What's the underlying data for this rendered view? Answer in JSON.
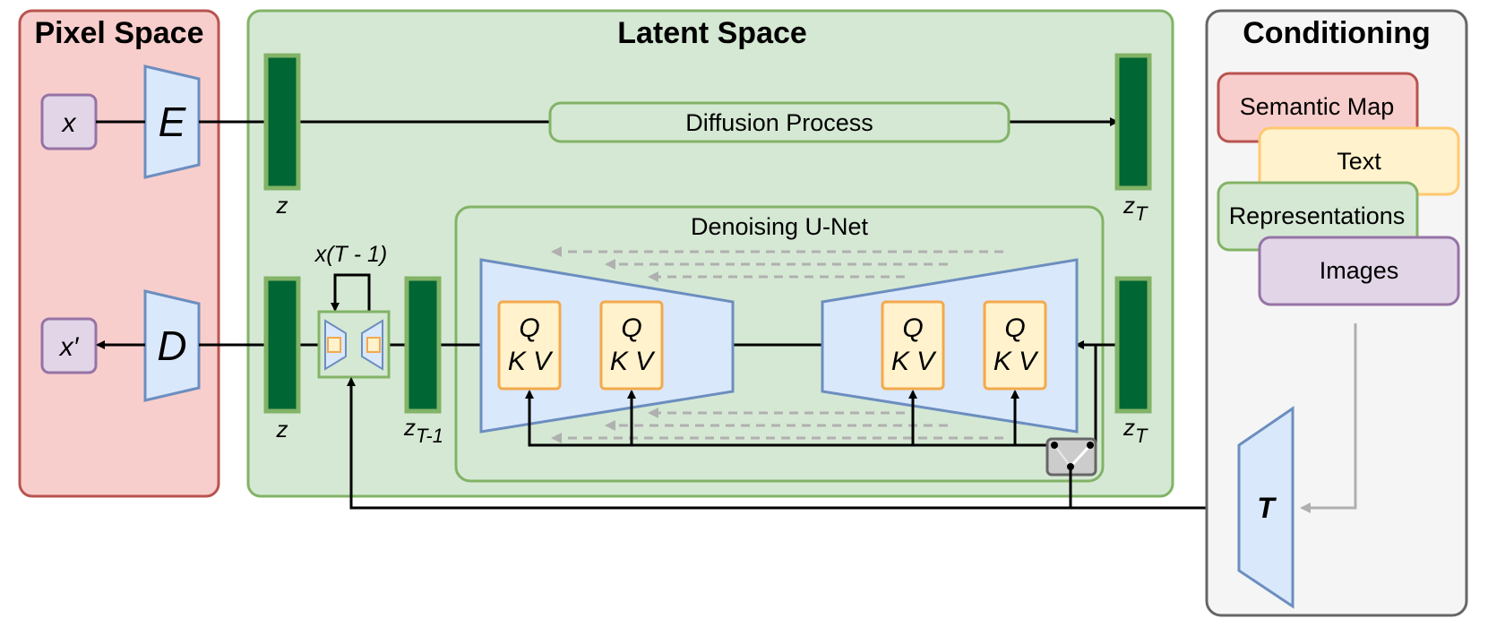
{
  "panels": {
    "pixel_space": "Pixel Space",
    "latent_space": "Latent Space",
    "conditioning": "Conditioning"
  },
  "pixel": {
    "x": "x",
    "x_prime": "x′",
    "encoder": "E",
    "decoder": "D"
  },
  "latent": {
    "z_top": "z",
    "z_bottom": "z",
    "zT_top_base": "z",
    "zT_top_sub": "T",
    "zT_bottom_base": "z",
    "zT_bottom_sub": "T",
    "zT1_base": "z",
    "zT1_sub": "T-1",
    "diffusion_process": "Diffusion Process",
    "loop_label": "x(T - 1)",
    "unet_title": "Denoising U-Net",
    "qkv_top": "Q",
    "qkv_bottom": "K V"
  },
  "conditioning": {
    "items": [
      "Semantic Map",
      "Text",
      "Representations",
      "Images"
    ],
    "encoder": "T"
  },
  "colors": {
    "pixel_fill": "#f8cecc",
    "pixel_border": "#b85450",
    "latent_fill": "#d5e8d4",
    "latent_border": "#82b366",
    "cond_fill": "#f5f5f5",
    "cond_border": "#666666",
    "encoder_fill": "#dae8fc",
    "encoder_border": "#6c8ebf",
    "latent_block": "#006633",
    "qkv_fill": "#fff2cc",
    "qkv_border": "#f4a94b",
    "io_fill": "#e1d5e7",
    "io_border": "#9673a6",
    "text_card_fill": "#fff2cc",
    "text_card_border": "#ffc870"
  }
}
